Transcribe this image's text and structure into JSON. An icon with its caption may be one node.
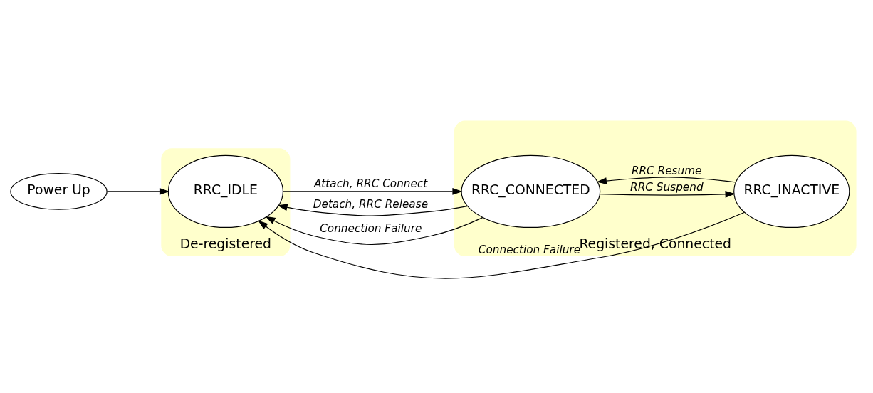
{
  "diagram": {
    "nodes": [
      {
        "text": [
          "Power Up"
        ]
      },
      {
        "text": [
          "De-registered"
        ]
      },
      {
        "text": [
          "RRC_IDLE"
        ],
        "in": 1
      },
      {
        "text": [
          "Registered, Connected"
        ]
      },
      {
        "text": [
          "RRC_CONNECTED"
        ],
        "in": 3
      },
      {
        "text": [
          "RRC_INACTIVE"
        ],
        "in": 3
      }
    ],
    "edges": [
      {
        "from": 0,
        "to": 2,
        "arrow": "to"
      },
      {
        "from": 2,
        "to": 4,
        "arrow": "to",
        "label": "Attach, RRC Connect"
      },
      {
        "from": 4,
        "to": 5,
        "arrow": "to",
        "label": "RRC Suspend"
      },
      {
        "from": 4,
        "to": 2,
        "arrow": "to",
        "label": "Detach, RRC Release"
      },
      {
        "from": 5,
        "to": 4,
        "arrow": "to",
        "label": "RRC Resume"
      },
      {
        "from": 4,
        "to": 2,
        "arrow": "to",
        "label": "Connection Failure"
      },
      {
        "from": 5,
        "to": 2,
        "arrow": "to",
        "label": "Connection Failure"
      }
    ]
  }
}
